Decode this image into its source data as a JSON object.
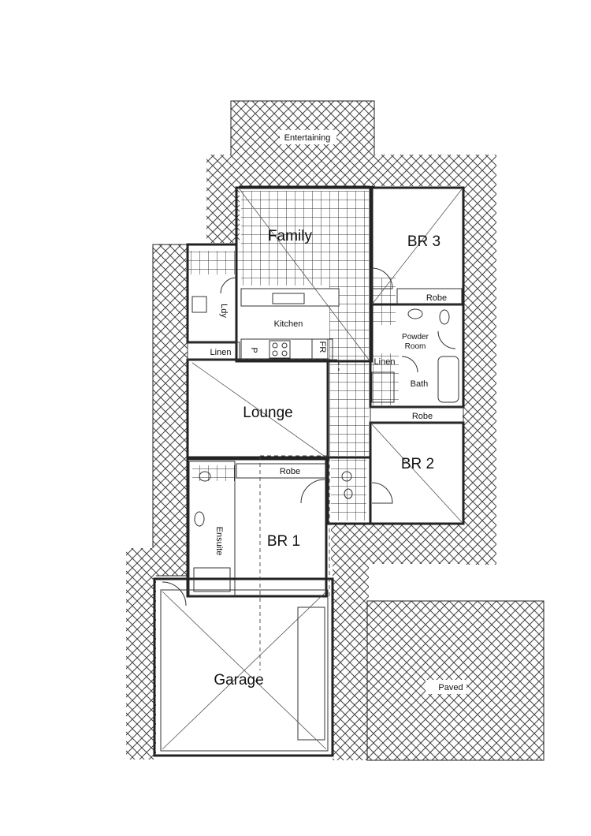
{
  "rooms": {
    "entertaining": "Entertaining",
    "family": "Family",
    "br3": "BR 3",
    "robe_br3": "Robe",
    "ldy": "Ldy",
    "kitchen": "Kitchen",
    "linen_kitchen": "Linen",
    "pantry": "P",
    "fridge": "FR",
    "powder_room": "Powder\nRoom",
    "linen_bath": "Linen",
    "bath": "Bath",
    "robe_br2": "Robe",
    "lounge": "Lounge",
    "robe_br1": "Robe",
    "br2": "BR 2",
    "br1": "BR 1",
    "ensuite": "Ensuite",
    "garage": "Garage",
    "paved": "Paved"
  }
}
